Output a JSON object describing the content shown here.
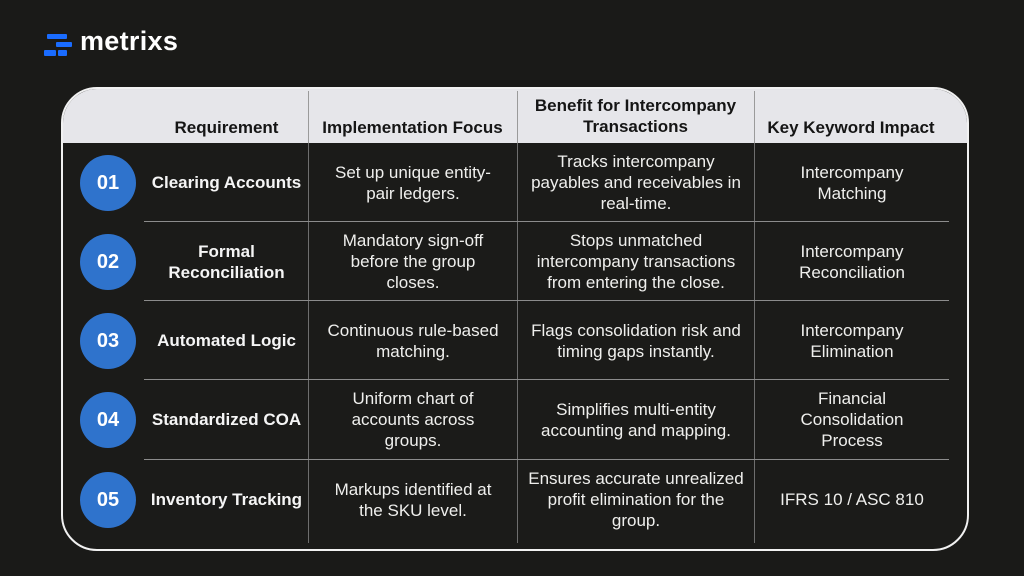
{
  "brand": {
    "name": "metrixs",
    "icon": "stacked-bars-logo-icon",
    "accent_color": "#1a6cff"
  },
  "table": {
    "headers": {
      "requirement": "Requirement",
      "implementation": "Implementation Focus",
      "benefit": "Benefit for Intercompany Transactions",
      "keyword": "Key Keyword Impact"
    },
    "badge_color": "#2f73cc",
    "rows": [
      {
        "num": "01",
        "requirement": "Clearing Accounts",
        "implementation": "Set up unique entity-pair ledgers.",
        "benefit": "Tracks intercompany payables and receivables in real-time.",
        "keyword": "Intercompany Matching"
      },
      {
        "num": "02",
        "requirement": "Formal Reconciliation",
        "implementation": "Mandatory sign-off before the group closes.",
        "benefit": "Stops unmatched intercompany transactions from entering the close.",
        "keyword": "Intercompany Reconciliation"
      },
      {
        "num": "03",
        "requirement": "Automated Logic",
        "implementation": "Continuous rule-based matching.",
        "benefit": "Flags consolidation risk and timing gaps instantly.",
        "keyword": "Intercompany Elimination"
      },
      {
        "num": "04",
        "requirement": "Standardized COA",
        "implementation": "Uniform chart of accounts across groups.",
        "benefit": "Simplifies multi-entity accounting and mapping.",
        "keyword": "Financial Consolidation Process"
      },
      {
        "num": "05",
        "requirement": "Inventory Tracking",
        "implementation": "Markups identified at the SKU level.",
        "benefit": "Ensures accurate unrealized profit elimination for the group.",
        "keyword": "IFRS 10 / ASC 810"
      }
    ]
  }
}
